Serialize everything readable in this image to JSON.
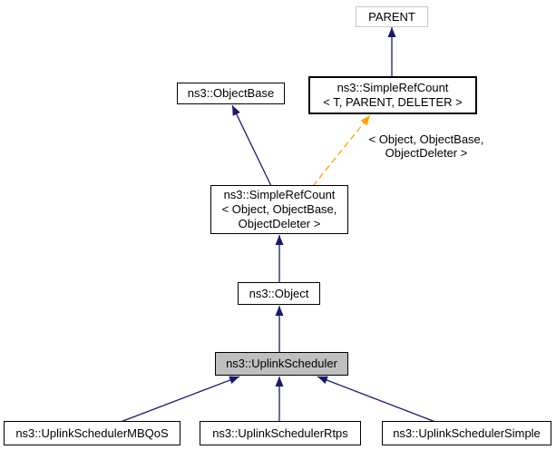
{
  "diagram": {
    "type": "class-inheritance-graph",
    "nodes": {
      "parent": {
        "label": "PARENT"
      },
      "simple_ref_count_template": {
        "line1": "ns3::SimpleRefCount",
        "line2": "< T, PARENT, DELETER >"
      },
      "object_base": {
        "label": "ns3::ObjectBase"
      },
      "simple_ref_count_object": {
        "line1": "ns3::SimpleRefCount",
        "line2": "< Object, ObjectBase,",
        "line3": "ObjectDeleter >"
      },
      "object": {
        "label": "ns3::Object"
      },
      "uplink_scheduler": {
        "label": "ns3::UplinkScheduler"
      },
      "uplink_scheduler_mbqos": {
        "label": "ns3::UplinkSchedulerMBQoS"
      },
      "uplink_scheduler_rtps": {
        "label": "ns3::UplinkSchedulerRtps"
      },
      "uplink_scheduler_simple": {
        "label": "ns3::UplinkSchedulerSimple"
      }
    },
    "template_edge_label": {
      "line1": "< Object, ObjectBase,",
      "line2": "ObjectDeleter >"
    },
    "colors": {
      "inheritance_edge": "#191970",
      "template_edge": "#ffa500",
      "current_node_fill": "#bfbfbf",
      "node_border": "#000000",
      "external_node_border": "#c8c8c8",
      "background": "#ffffff"
    }
  }
}
